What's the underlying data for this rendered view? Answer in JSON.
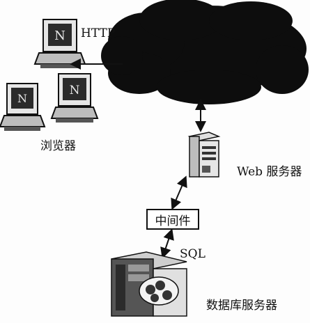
{
  "labels": {
    "http": "HTTP",
    "browsers": "浏览器",
    "web_server": "Web 服务器",
    "middleware": "中间件",
    "sql": "SQL",
    "db_server": "数据库服务器"
  },
  "icons": {
    "cloud": "internet-cloud-icon",
    "browser_computer": "computer-icon",
    "web_server": "server-tower-icon",
    "database": "database-server-icon"
  },
  "colors": {
    "ink": "#111111",
    "cloud": "#0d0d0d",
    "screen": "#2b2b2b",
    "case": "#d9d9d9"
  }
}
